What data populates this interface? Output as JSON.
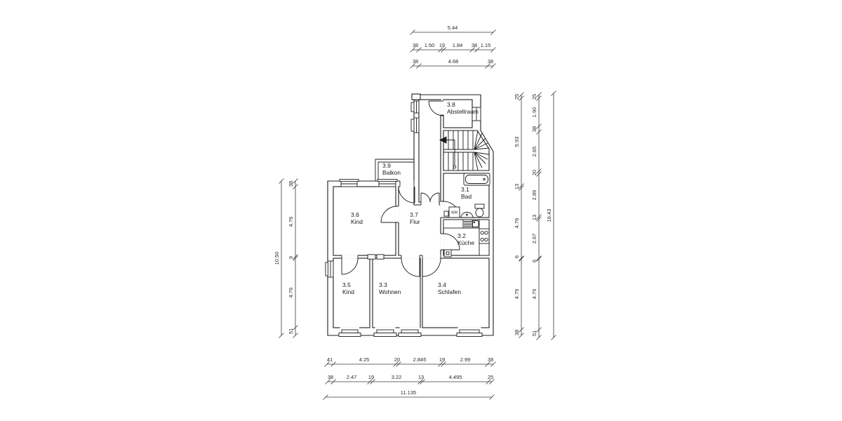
{
  "drawing": {
    "type": "architectural-floor-plan",
    "background": "#ffffff",
    "line_color": "#1c1c1c",
    "dimension_color": "#3a3a3a",
    "rooms": [
      {
        "number": "3.1",
        "name": "Bad"
      },
      {
        "number": "3.2",
        "name": "Küche"
      },
      {
        "number": "3.3",
        "name": "Wohnen"
      },
      {
        "number": "3.4",
        "name": "Schlafen"
      },
      {
        "number": "3.5",
        "name": "Kind"
      },
      {
        "number": "3.6",
        "name": "Kind"
      },
      {
        "number": "3.7",
        "name": "Flur"
      },
      {
        "number": "3.8",
        "name": "Abstellraum"
      },
      {
        "number": "3.9",
        "name": "Balkon"
      }
    ],
    "fixture_labels": {
      "washing_machine": "WM"
    },
    "dimensions": {
      "top_total": "5.44",
      "top_row2": [
        "38",
        "1.50",
        "19",
        "1.84",
        "38",
        "1.15"
      ],
      "top_row3": [
        "38",
        "4.68",
        "38"
      ],
      "bottom_row1": [
        "41",
        "4.25",
        "20",
        "2.845",
        "19",
        "2.99",
        "38"
      ],
      "bottom_row2": [
        "38",
        "2.47",
        "19",
        "3.22",
        "13",
        "4.495",
        "25"
      ],
      "bottom_total": "11.135",
      "left_total": "10.50",
      "left_inner": [
        "38",
        "4.76",
        "9",
        "4.76",
        "51"
      ],
      "right_inner": [
        "25",
        "5.93",
        "13",
        "4.76",
        "6",
        "4.79",
        "38"
      ],
      "right_middle": [
        "25",
        "1.90",
        "38",
        "2.65",
        "20",
        "2.89",
        "13",
        "2.67",
        "6",
        "4.79",
        "51"
      ],
      "right_total": "16.43"
    }
  }
}
